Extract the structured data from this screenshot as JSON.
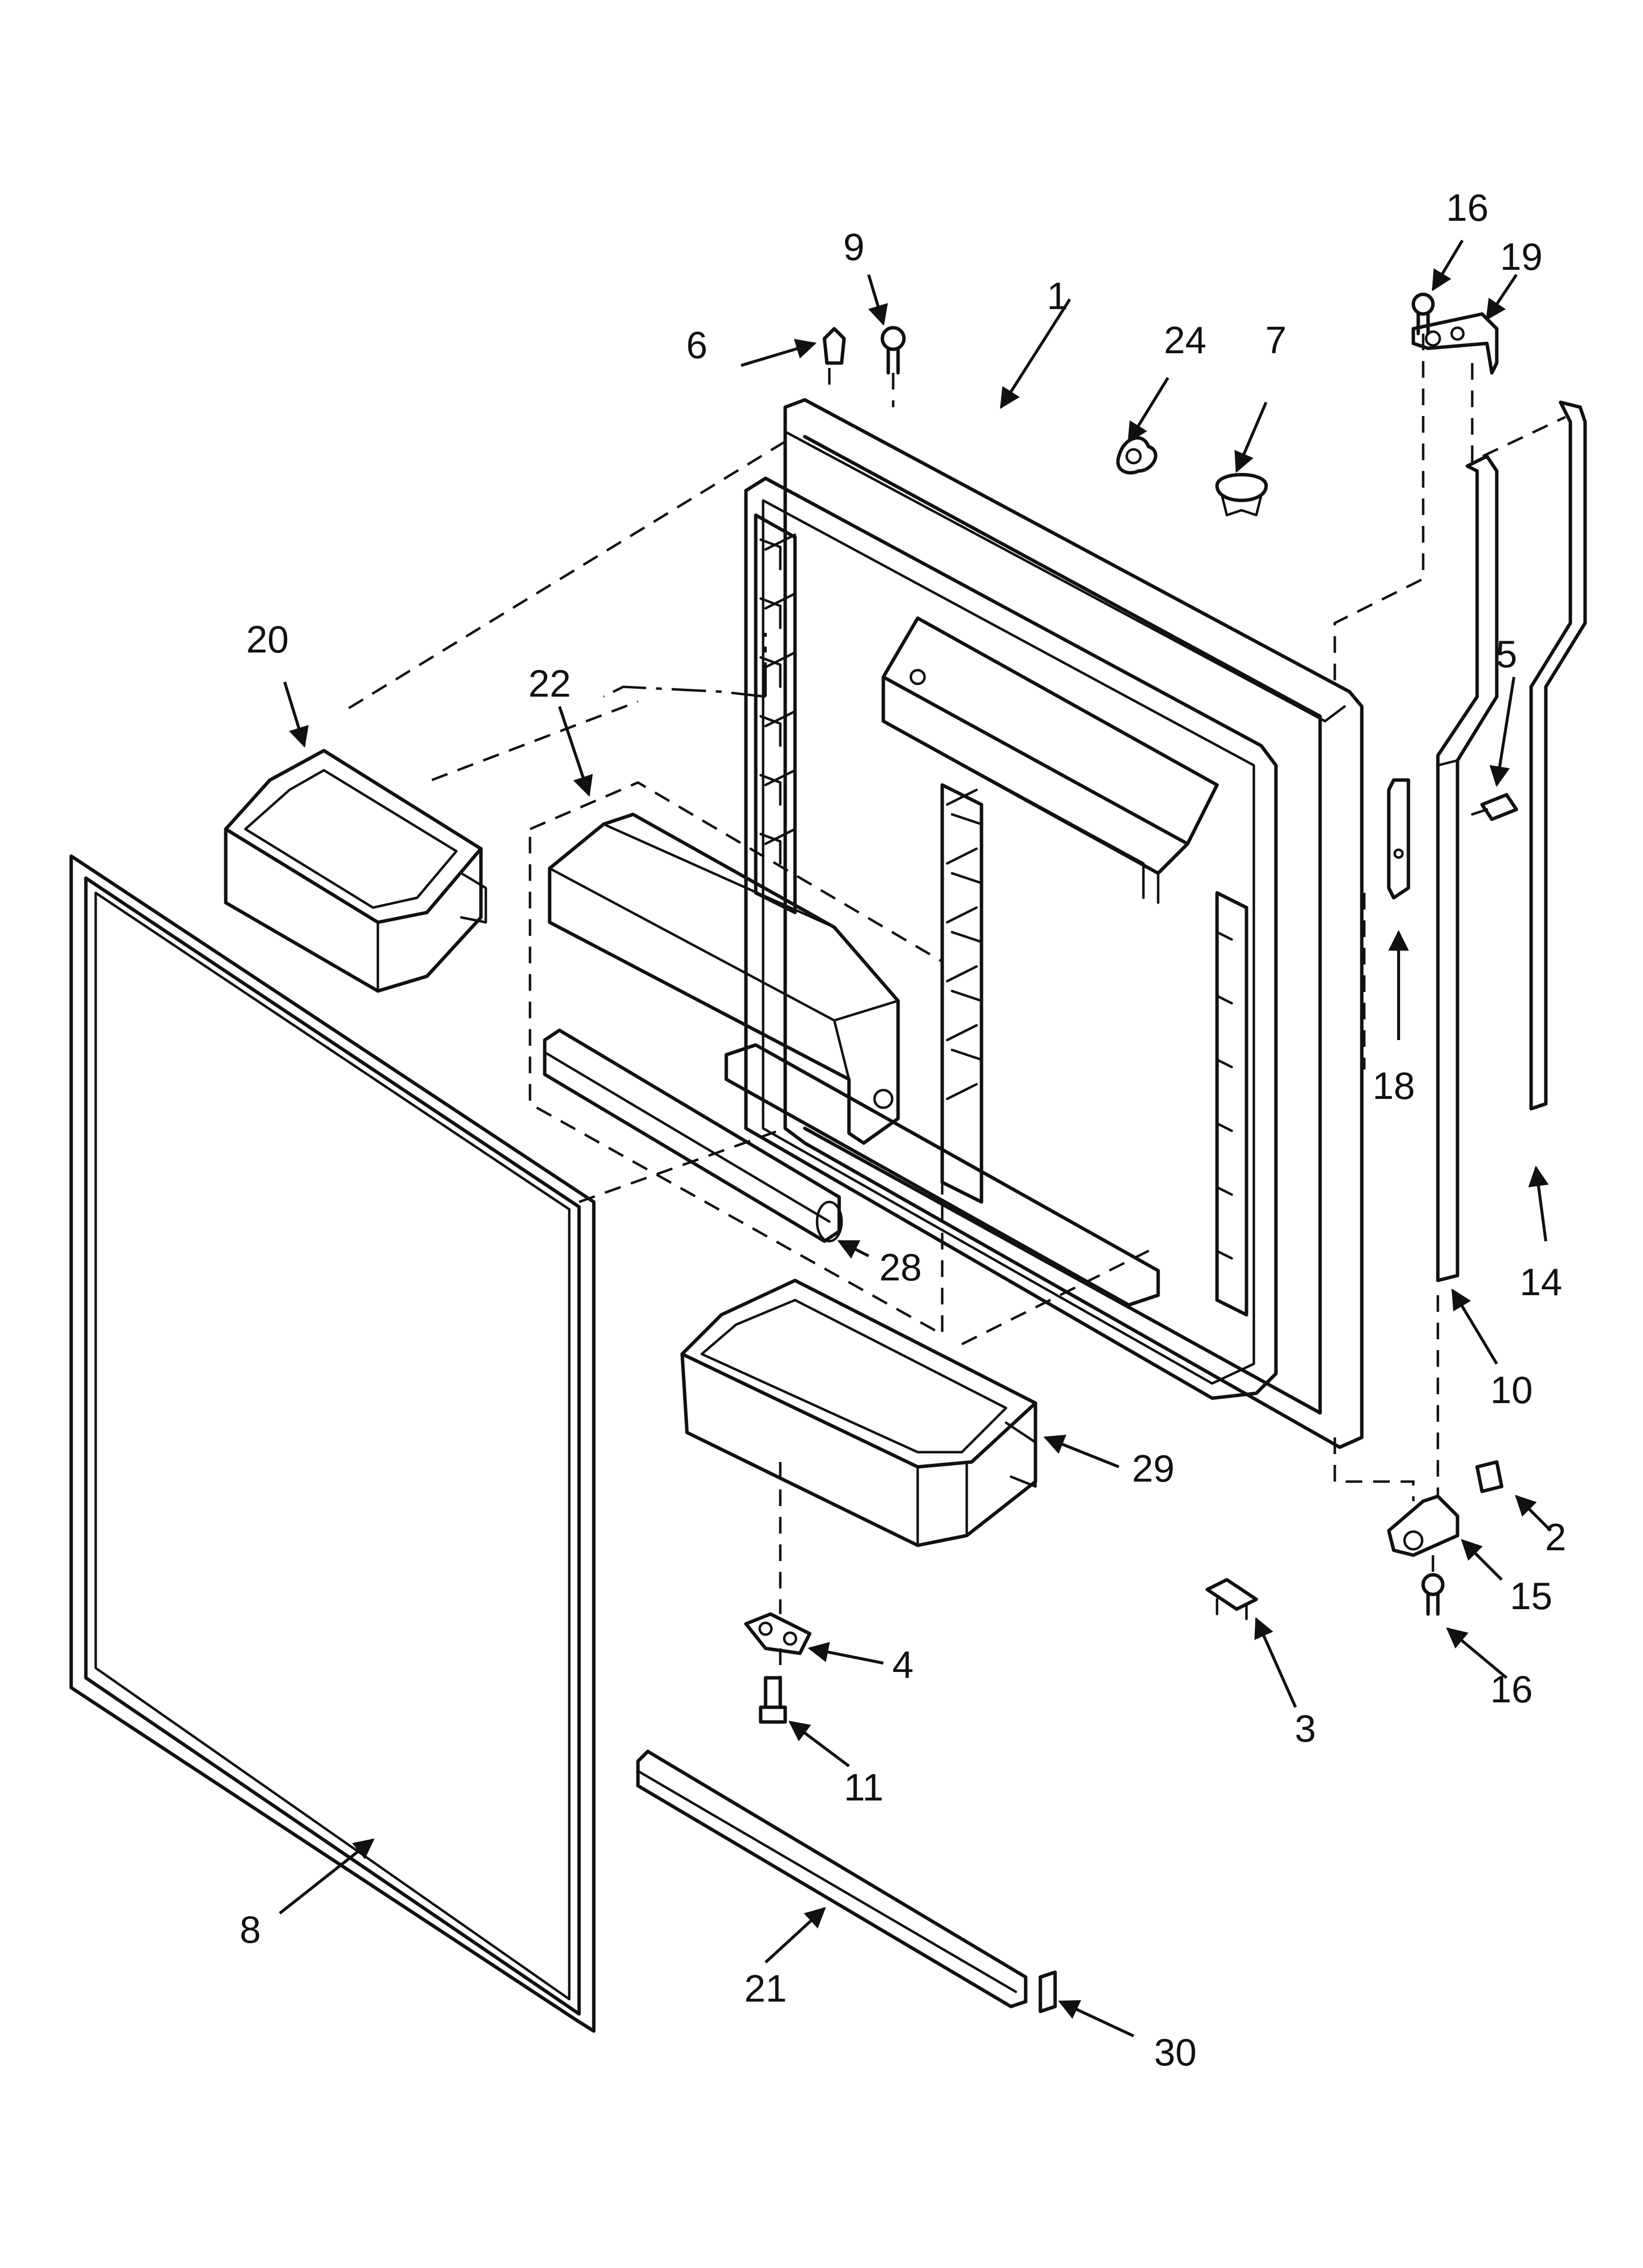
{
  "callouts": [
    {
      "id": "c1",
      "label": "1"
    },
    {
      "id": "c2",
      "label": "2"
    },
    {
      "id": "c3",
      "label": "3"
    },
    {
      "id": "c4",
      "label": "4"
    },
    {
      "id": "c5",
      "label": "5"
    },
    {
      "id": "c6",
      "label": "6"
    },
    {
      "id": "c7",
      "label": "7"
    },
    {
      "id": "c8",
      "label": "8"
    },
    {
      "id": "c9",
      "label": "9"
    },
    {
      "id": "c10",
      "label": "10"
    },
    {
      "id": "c11",
      "label": "11"
    },
    {
      "id": "c14",
      "label": "14"
    },
    {
      "id": "c15",
      "label": "15"
    },
    {
      "id": "c16a",
      "label": "16"
    },
    {
      "id": "c16b",
      "label": "16"
    },
    {
      "id": "c18",
      "label": "18"
    },
    {
      "id": "c19",
      "label": "19"
    },
    {
      "id": "c20",
      "label": "20"
    },
    {
      "id": "c21",
      "label": "21"
    },
    {
      "id": "c22",
      "label": "22"
    },
    {
      "id": "c24",
      "label": "24"
    },
    {
      "id": "c28",
      "label": "28"
    },
    {
      "id": "c29",
      "label": "29"
    },
    {
      "id": "c30",
      "label": "30"
    }
  ],
  "colors": {
    "line": "#111111",
    "background": "#ffffff"
  }
}
